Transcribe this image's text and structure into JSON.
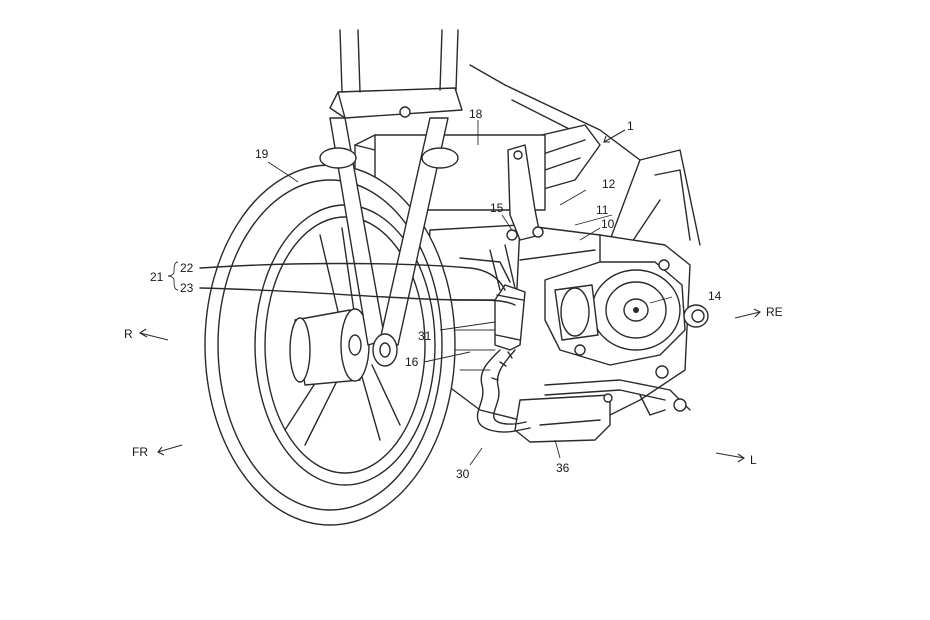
{
  "labels": {
    "n1": "1",
    "n10": "10",
    "n11": "11",
    "n12": "12",
    "n14": "14",
    "n15": "15",
    "n16": "16",
    "n18": "18",
    "n19": "19",
    "n21": "21",
    "n22": "22",
    "n23": "23",
    "n30": "30",
    "n31": "31",
    "n36": "36"
  },
  "directions": {
    "r": "R",
    "fr": "FR",
    "re": "RE",
    "l": "L"
  }
}
